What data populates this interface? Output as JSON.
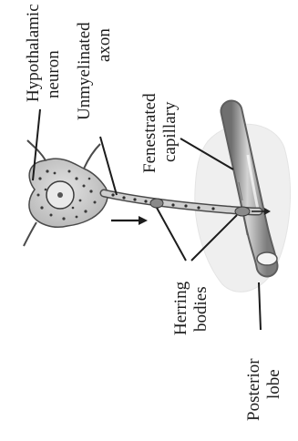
{
  "labels": {
    "hypothalamic_neuron": [
      "Hypothalamic",
      "neuron"
    ],
    "unmyelinated_axon": [
      "Unmyelinated",
      "axon"
    ],
    "fenestrated_capillary": [
      "Fenestrated",
      "capillary"
    ],
    "herring_bodies": [
      "Herring",
      "bodies"
    ],
    "posterior_lobe": [
      "Posterior",
      "lobe"
    ]
  },
  "colors": {
    "ink": "#1c1c1c",
    "lobe_fill": "#eeeeee",
    "capillary": "#9a9a9a",
    "neuron_fill": "#d6d6d6"
  }
}
